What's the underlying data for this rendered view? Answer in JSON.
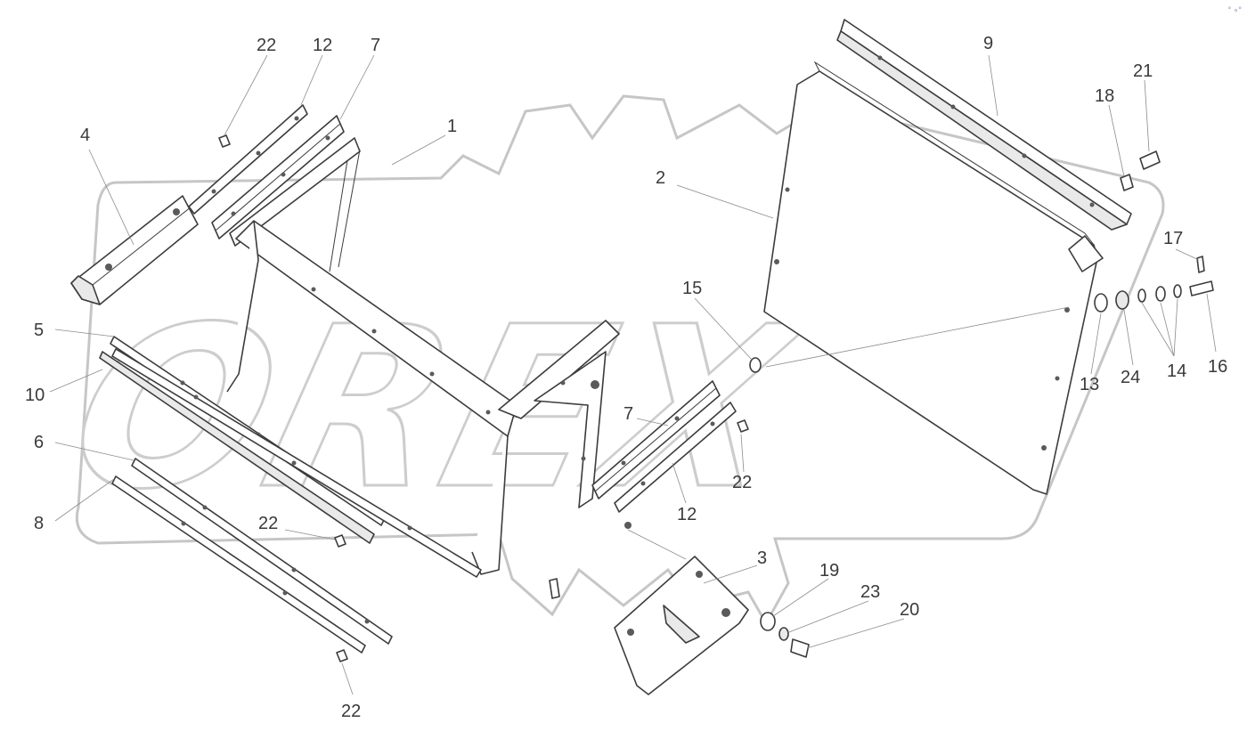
{
  "watermark": {
    "text": "OREX"
  },
  "corner_mark": "° ∘°",
  "callouts": [
    {
      "id": "c1",
      "label": "1"
    },
    {
      "id": "c2",
      "label": "2"
    },
    {
      "id": "c3",
      "label": "3"
    },
    {
      "id": "c4",
      "label": "4"
    },
    {
      "id": "c5",
      "label": "5"
    },
    {
      "id": "c6",
      "label": "6"
    },
    {
      "id": "c7a",
      "label": "7"
    },
    {
      "id": "c7b",
      "label": "7"
    },
    {
      "id": "c8",
      "label": "8"
    },
    {
      "id": "c9",
      "label": "9"
    },
    {
      "id": "c10",
      "label": "10"
    },
    {
      "id": "c12a",
      "label": "12"
    },
    {
      "id": "c12b",
      "label": "12"
    },
    {
      "id": "c13",
      "label": "13"
    },
    {
      "id": "c14",
      "label": "14"
    },
    {
      "id": "c15",
      "label": "15"
    },
    {
      "id": "c16",
      "label": "16"
    },
    {
      "id": "c17",
      "label": "17"
    },
    {
      "id": "c18",
      "label": "18"
    },
    {
      "id": "c19",
      "label": "19"
    },
    {
      "id": "c20",
      "label": "20"
    },
    {
      "id": "c21",
      "label": "21"
    },
    {
      "id": "c22a",
      "label": "22"
    },
    {
      "id": "c22b",
      "label": "22"
    },
    {
      "id": "c22c",
      "label": "22"
    },
    {
      "id": "c22d",
      "label": "22"
    },
    {
      "id": "c23",
      "label": "23"
    },
    {
      "id": "c24",
      "label": "24"
    }
  ]
}
